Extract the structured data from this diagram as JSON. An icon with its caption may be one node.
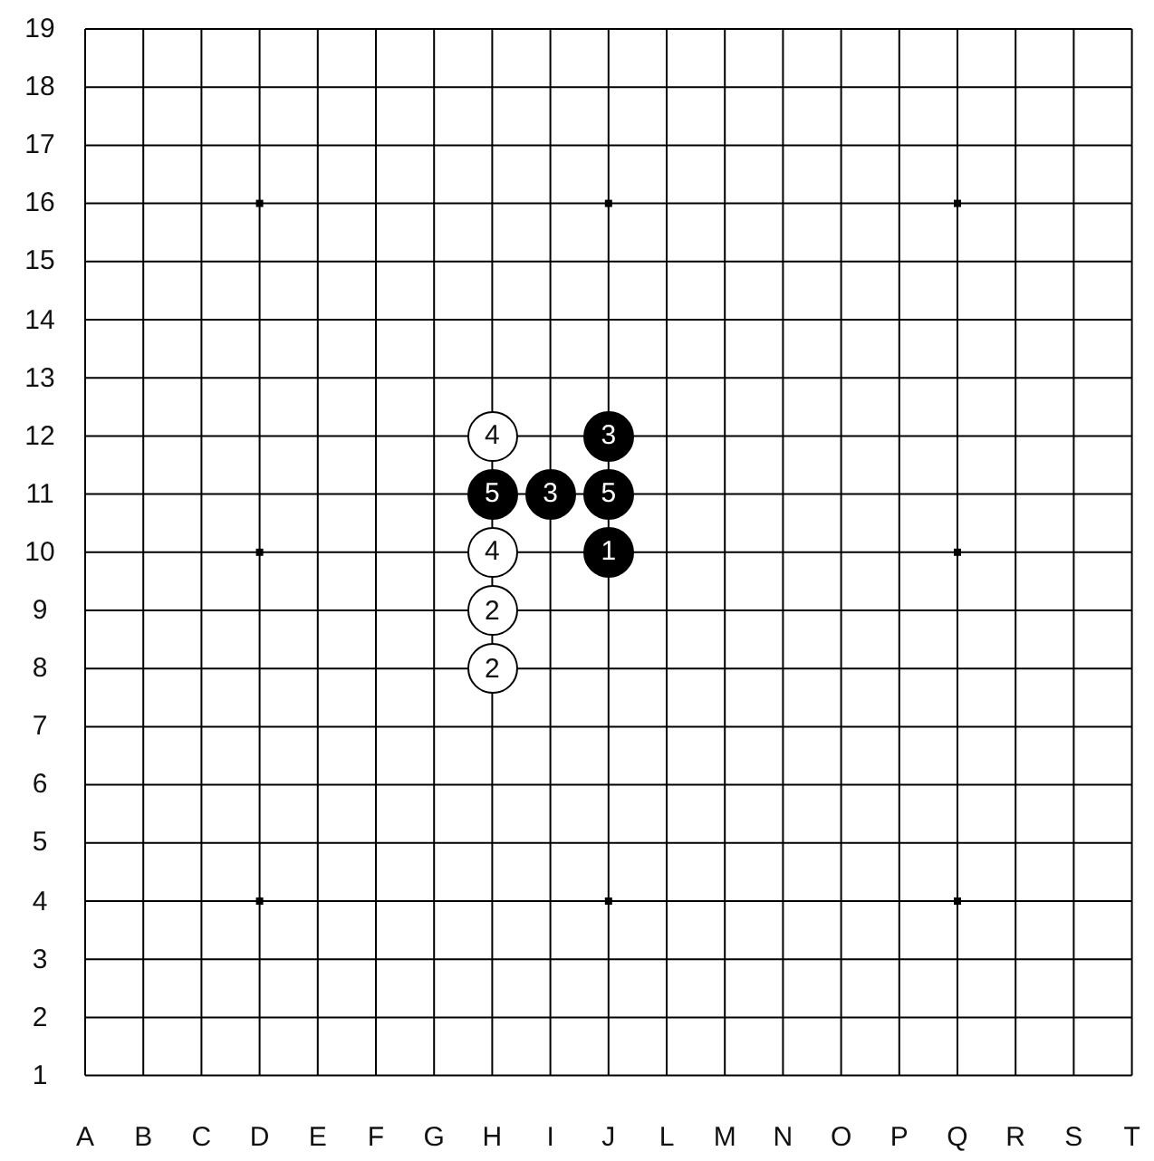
{
  "diagram": {
    "nodes": [
      {
        "text": [
          "4"
        ]
      },
      {
        "text": [
          "3"
        ]
      },
      {
        "text": [
          "5"
        ]
      },
      {
        "text": [
          "3"
        ]
      },
      {
        "text": [
          "5"
        ]
      },
      {
        "text": [
          "4"
        ]
      },
      {
        "text": [
          "1"
        ]
      },
      {
        "text": [
          "2"
        ]
      },
      {
        "text": [
          "2"
        ]
      }
    ],
    "labels": [
      "19",
      "18",
      "17",
      "16",
      "15",
      "14",
      "13",
      "12",
      "11",
      "10",
      "9",
      "8",
      "7",
      "6",
      "5",
      "4",
      "3",
      "2",
      "1",
      "A",
      "B",
      "C",
      "D",
      "E",
      "F",
      "G",
      "H",
      "I",
      "J",
      "L",
      "M",
      "N",
      "O",
      "P",
      "Q",
      "R",
      "S",
      "T"
    ]
  }
}
